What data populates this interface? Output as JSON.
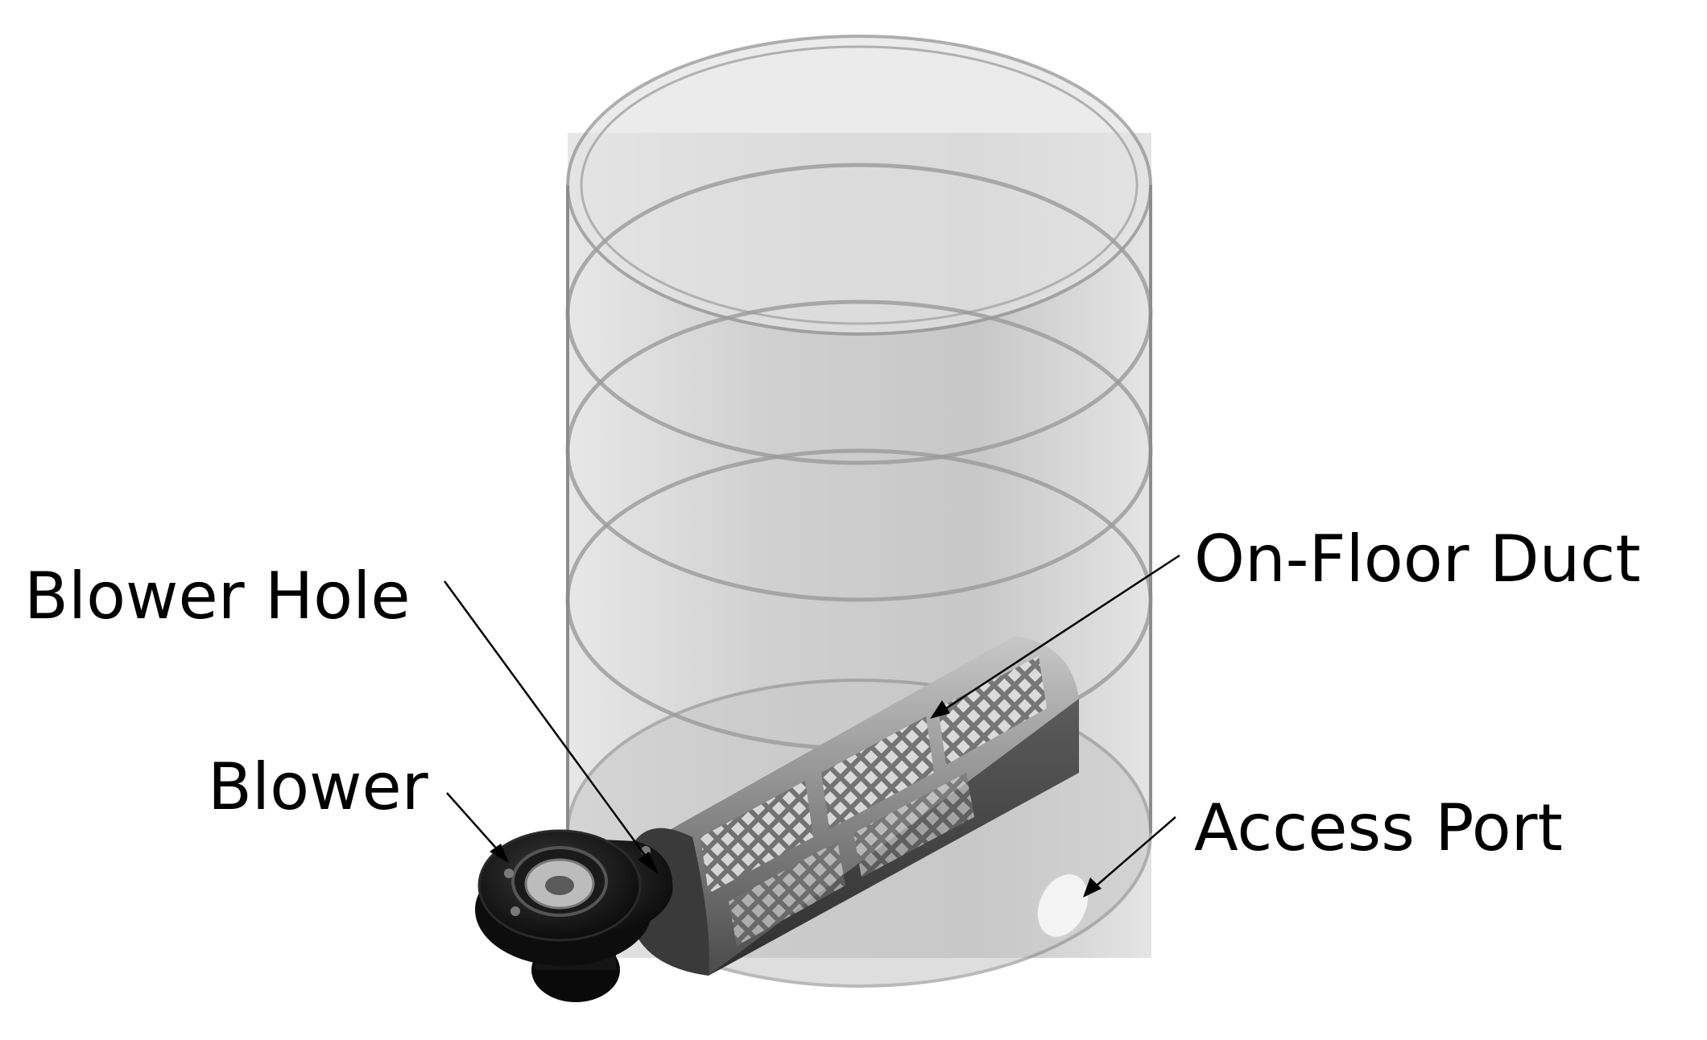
{
  "labels": {
    "blower_hole": "Blower Hole",
    "blower": "Blower",
    "on_floor_duct": "On-Floor Duct",
    "access_port": "Access Port"
  },
  "colors": {
    "background": "#ffffff",
    "barrel_glass": "#bfbfbf",
    "barrel_edge": "#8c8c8c",
    "duct_metal": "#6e6e6e",
    "blower_body": "#111111",
    "access_port": "#f2f2f2",
    "leader_line": "#000000"
  }
}
